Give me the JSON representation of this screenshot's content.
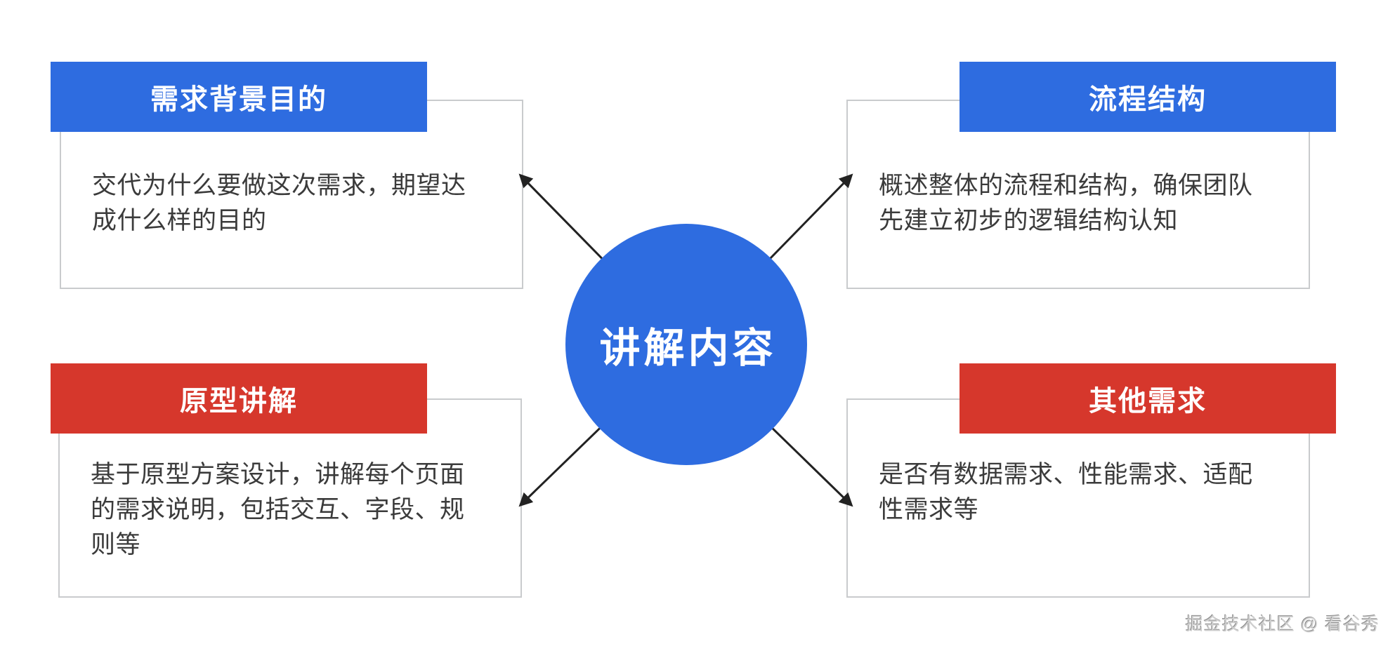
{
  "center": {
    "label": "讲解内容",
    "color": "#2e6ce0"
  },
  "cards": [
    {
      "position": "top-left",
      "header": "需求背景目的",
      "header_color": "#2e6ce0",
      "lines": [
        "交代为什么要做这次需求，期望达",
        "成什么样的目的"
      ],
      "text": "交代为什么要做这次需求，期望达成什么样的目的"
    },
    {
      "position": "top-right",
      "header": "流程结构",
      "header_color": "#2e6ce0",
      "lines": [
        "概述整体的流程和结构，确保团队",
        "先建立初步的逻辑结构认知"
      ],
      "text": "概述整体的流程和结构，确保团队先建立初步的逻辑结构认知"
    },
    {
      "position": "bottom-left",
      "header": "原型讲解",
      "header_color": "#d6372c",
      "lines": [
        "基于原型方案设计，讲解每个页面",
        "的需求说明，包括交互、字段、规",
        "则等"
      ],
      "text": "基于原型方案设计，讲解每个页面的需求说明，包括交互、字段、规则等"
    },
    {
      "position": "bottom-right",
      "header": "其他需求",
      "header_color": "#d6372c",
      "lines": [
        "是否有数据需求、性能需求、适配",
        "性需求等"
      ],
      "text": "是否有数据需求、性能需求、适配性需求等"
    }
  ],
  "colors": {
    "header_blue": "#2e6ce0",
    "header_red": "#d6372c",
    "body_text": "#3b3b3b",
    "box_border": "#c9cbcd",
    "arrow": "#222222",
    "background": "#ffffff"
  },
  "watermark": {
    "text": "掘金技术社区 @ 看谷秀"
  }
}
